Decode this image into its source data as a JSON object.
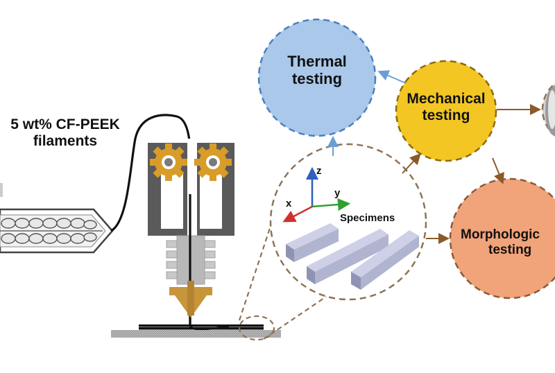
{
  "filament_label_line1": "5 wt% CF-PEEK",
  "filament_label_line2": "filaments",
  "specimens_label": "Specimens",
  "axes": {
    "x": "x",
    "y": "y",
    "z": "z"
  },
  "nodes": {
    "thermal": {
      "line1": "Thermal",
      "line2": "testing",
      "fill": "#a9c8ea",
      "stroke": "#4a7fbf"
    },
    "mechanical": {
      "line1": "Mechanical",
      "line2": "testing",
      "fill": "#f3c623",
      "stroke": "#8a6a10"
    },
    "morphological": {
      "line1": "Morphologic",
      "line2": "testing",
      "fill": "#f1a37a",
      "stroke": "#8a5a3a"
    }
  },
  "colors": {
    "gear": "#d99c28",
    "printhead": "#5a5a5a",
    "arrow_blue": "#6a9fd3",
    "arrow_brown": "#8a5a2a",
    "specimen": "#b0b4cf"
  }
}
